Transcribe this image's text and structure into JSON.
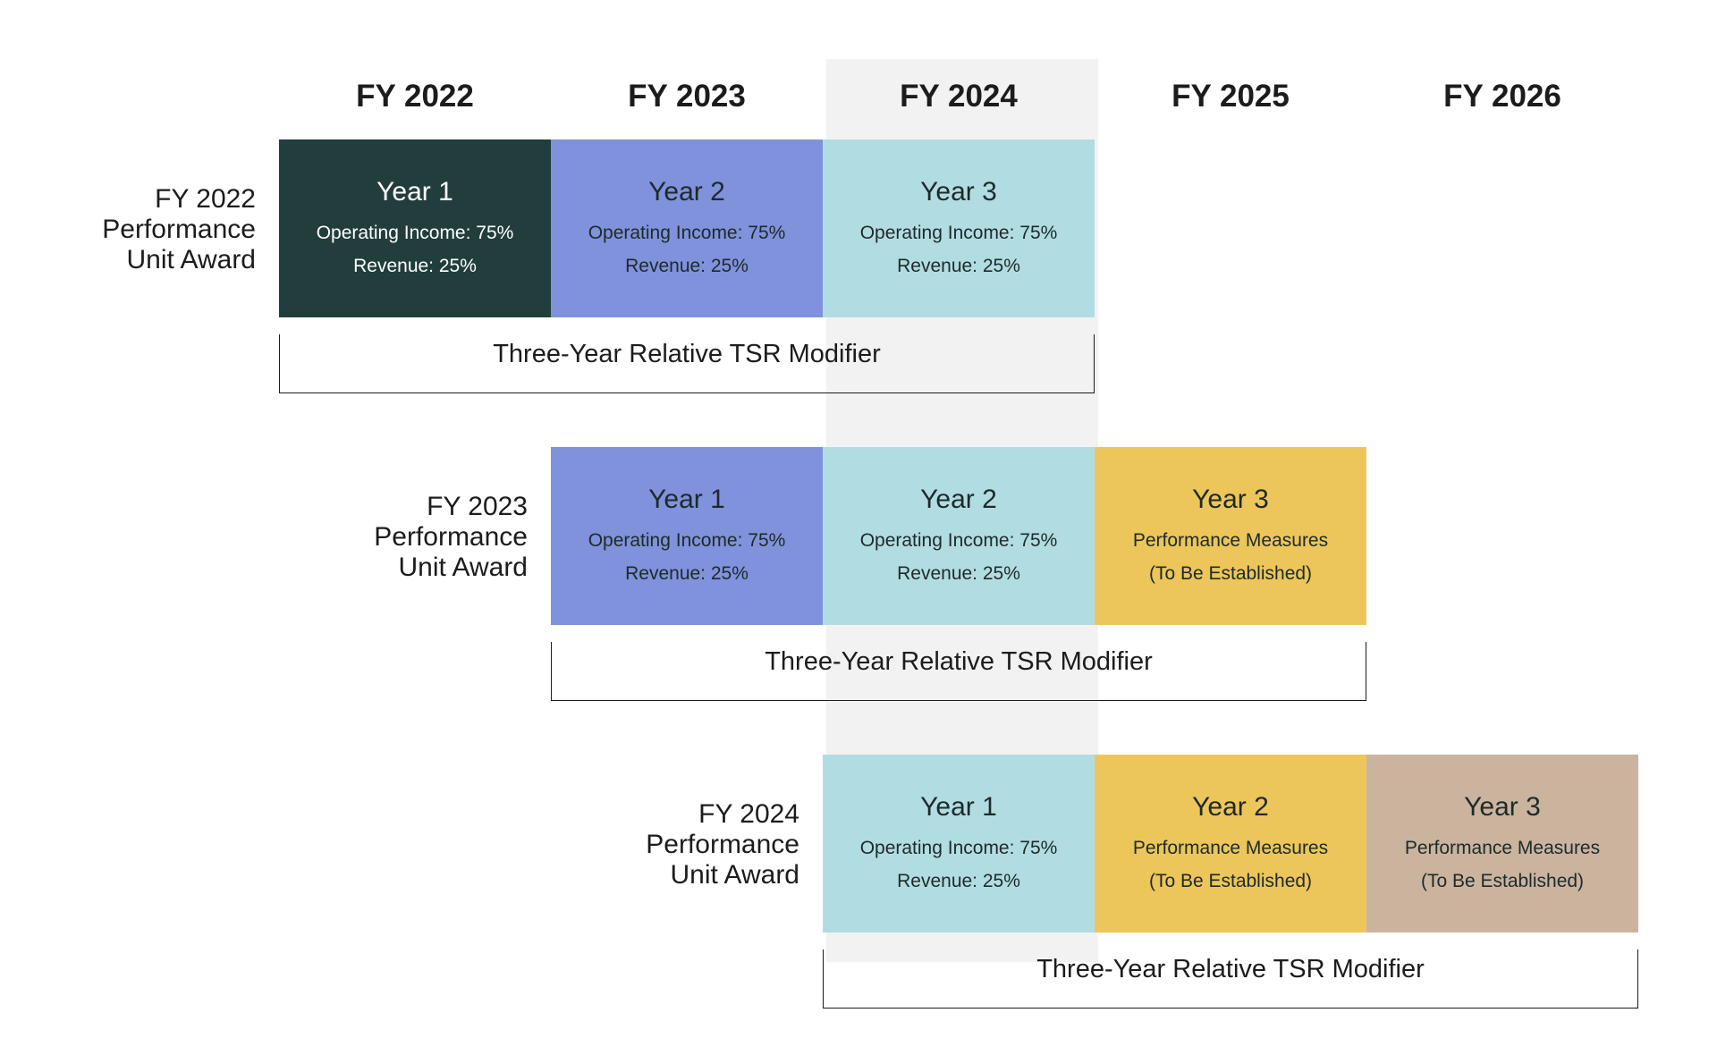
{
  "columns": [
    "FY 2022",
    "FY 2023",
    "FY 2024",
    "FY 2025",
    "FY 2026"
  ],
  "highlight_column": "FY 2024",
  "awards": [
    {
      "label": [
        "FY 2022",
        "Performance",
        "Unit Award"
      ],
      "modifier": "Three-Year Relative TSR Modifier",
      "cells": [
        {
          "title": "Year 1",
          "lines": [
            "Operating Income: 75%",
            "Revenue: 25%"
          ],
          "color": "#213e3d",
          "text_color": "#ffffff"
        },
        {
          "title": "Year 2",
          "lines": [
            "Operating Income: 75%",
            "Revenue: 25%"
          ],
          "color": "#7f92db",
          "text_color": "#1e2a2a"
        },
        {
          "title": "Year 3",
          "lines": [
            "Operating Income: 75%",
            "Revenue: 25%"
          ],
          "color": "#b1dde2",
          "text_color": "#1e2a2a"
        }
      ]
    },
    {
      "label": [
        "FY 2023",
        "Performance",
        "Unit Award"
      ],
      "modifier": "Three-Year Relative TSR Modifier",
      "cells": [
        {
          "title": "Year 1",
          "lines": [
            "Operating Income: 75%",
            "Revenue: 25%"
          ],
          "color": "#7f92db",
          "text_color": "#1e2a2a"
        },
        {
          "title": "Year 2",
          "lines": [
            "Operating Income: 75%",
            "Revenue: 25%"
          ],
          "color": "#b1dde2",
          "text_color": "#1e2a2a"
        },
        {
          "title": "Year 3",
          "lines": [
            "Performance Measures",
            "(To Be Established)"
          ],
          "color": "#ecc65a",
          "text_color": "#1e2a2a"
        }
      ]
    },
    {
      "label": [
        "FY 2024",
        "Performance",
        "Unit Award"
      ],
      "modifier": "Three-Year Relative TSR Modifier",
      "cells": [
        {
          "title": "Year 1",
          "lines": [
            "Operating Income: 75%",
            "Revenue: 25%"
          ],
          "color": "#b1dde2",
          "text_color": "#1e2a2a"
        },
        {
          "title": "Year 2",
          "lines": [
            "Performance Measures",
            "(To Be Established)"
          ],
          "color": "#ecc65a",
          "text_color": "#1e2a2a"
        },
        {
          "title": "Year 3",
          "lines": [
            "Performance Measures",
            "(To Be Established)"
          ],
          "color": "#cab49e",
          "text_color": "#1e2a2a"
        }
      ]
    }
  ]
}
